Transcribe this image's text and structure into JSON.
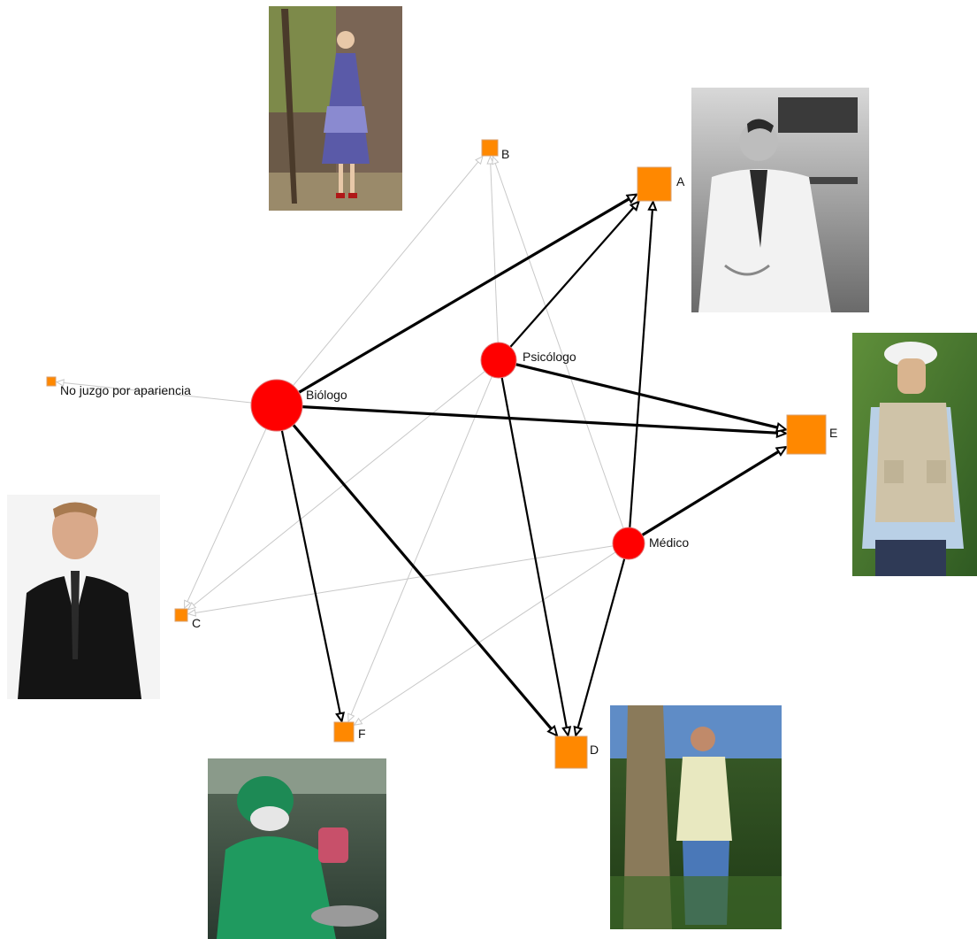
{
  "graph": {
    "source_nodes": [
      {
        "id": "biologo",
        "label": "Biólogo",
        "color": "#ff0000"
      },
      {
        "id": "psicologo",
        "label": "Psicólogo",
        "color": "#ff0000"
      },
      {
        "id": "medico",
        "label": "Médico",
        "color": "#ff0000"
      }
    ],
    "target_nodes": [
      {
        "id": "A",
        "label": "A",
        "color": "#ff8800"
      },
      {
        "id": "B",
        "label": "B",
        "color": "#ff8800"
      },
      {
        "id": "C",
        "label": "C",
        "color": "#ff8800"
      },
      {
        "id": "D",
        "label": "D",
        "color": "#ff8800"
      },
      {
        "id": "E",
        "label": "E",
        "color": "#ff8800"
      },
      {
        "id": "F",
        "label": "F",
        "color": "#ff8800"
      },
      {
        "id": "NJ",
        "label": "No juzgo por apariencia",
        "color": "#ff8800"
      }
    ],
    "edges": [
      {
        "from": "biologo",
        "to": "A",
        "strength": "strong"
      },
      {
        "from": "biologo",
        "to": "E",
        "strength": "strong"
      },
      {
        "from": "biologo",
        "to": "D",
        "strength": "strong"
      },
      {
        "from": "biologo",
        "to": "F",
        "strength": "medium"
      },
      {
        "from": "biologo",
        "to": "B",
        "strength": "weak"
      },
      {
        "from": "biologo",
        "to": "C",
        "strength": "weak"
      },
      {
        "from": "biologo",
        "to": "NJ",
        "strength": "weak"
      },
      {
        "from": "psicologo",
        "to": "A",
        "strength": "medium"
      },
      {
        "from": "psicologo",
        "to": "E",
        "strength": "strong"
      },
      {
        "from": "psicologo",
        "to": "D",
        "strength": "medium"
      },
      {
        "from": "psicologo",
        "to": "B",
        "strength": "weak"
      },
      {
        "from": "psicologo",
        "to": "C",
        "strength": "weak"
      },
      {
        "from": "psicologo",
        "to": "F",
        "strength": "weak"
      },
      {
        "from": "medico",
        "to": "A",
        "strength": "medium"
      },
      {
        "from": "medico",
        "to": "E",
        "strength": "strong"
      },
      {
        "from": "medico",
        "to": "D",
        "strength": "medium"
      },
      {
        "from": "medico",
        "to": "B",
        "strength": "weak"
      },
      {
        "from": "medico",
        "to": "C",
        "strength": "weak"
      },
      {
        "from": "medico",
        "to": "F",
        "strength": "weak"
      }
    ],
    "colors": {
      "strong_edge": "#000000",
      "weak_edge": "#c8c8c8"
    }
  },
  "photos": [
    {
      "id": "woman-dress",
      "for": "B"
    },
    {
      "id": "scientist-labcoat",
      "for": "A"
    },
    {
      "id": "man-vest-cap",
      "for": "E"
    },
    {
      "id": "man-suit",
      "for": "C"
    },
    {
      "id": "surgeon",
      "for": "F"
    },
    {
      "id": "man-forest",
      "for": "D"
    }
  ]
}
